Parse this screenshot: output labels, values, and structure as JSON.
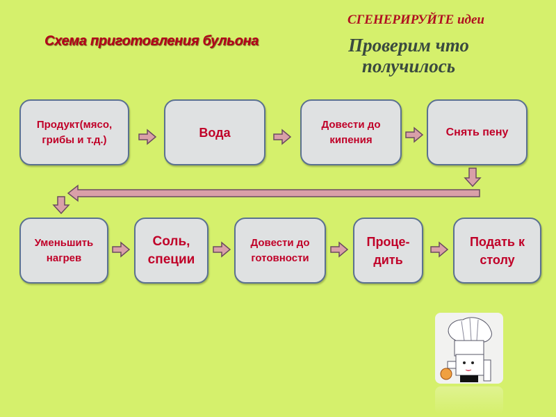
{
  "header": {
    "tagline": "СГЕНЕРИРУЙТЕ идеи",
    "title": "Схема приготовления бульона",
    "check_line1": "Проверим что",
    "check_line2": "получилось"
  },
  "steps_row1": [
    {
      "line1": "Продукт(мясо,",
      "line2": "грибы и т.д.)"
    },
    {
      "line1": "Вода",
      "line2": ""
    },
    {
      "line1": "Довести до",
      "line2": "кипения"
    },
    {
      "line1": "Снять пену",
      "line2": ""
    }
  ],
  "steps_row2": [
    {
      "line1": "Уменьшить",
      "line2": "нагрев"
    },
    {
      "line1": "Соль,",
      "line2": "специи"
    },
    {
      "line1": "Довести до",
      "line2": "готовности"
    },
    {
      "line1": "Проце-",
      "line2": "дить"
    },
    {
      "line1": "Подать к",
      "line2": "столу"
    }
  ],
  "colors": {
    "background": "#d5f06c",
    "text_red": "#c00028",
    "box_fill": "#dfe1e2",
    "arrow_fill": "#d9a0a8"
  }
}
